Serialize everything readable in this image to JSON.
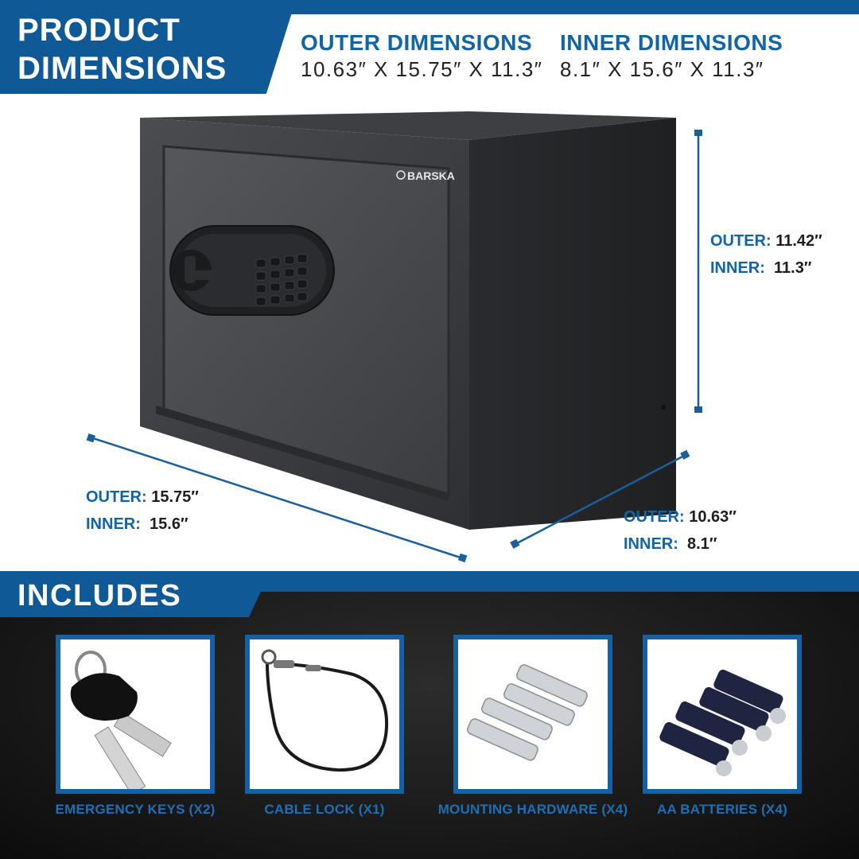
{
  "header": {
    "title_line1": "PRODUCT",
    "title_line2": "DIMENSIONS",
    "outer_label": "OUTER DIMENSIONS",
    "outer_value": "10.63″ X 15.75″ X 11.3″",
    "inner_label": "INNER DIMENSIONS",
    "inner_value": "8.1″ X 15.6″ X 11.3″"
  },
  "product": {
    "brand": "BARSKA",
    "height": {
      "outer_label": "OUTER:",
      "outer_value": "11.42″",
      "inner_label": "INNER:",
      "inner_value": "11.3″"
    },
    "width": {
      "outer_label": "OUTER:",
      "outer_value": "15.75″",
      "inner_label": "INNER:",
      "inner_value": "15.6″"
    },
    "depth": {
      "outer_label": "OUTER:",
      "outer_value": "10.63″",
      "inner_label": "INNER:",
      "inner_value": "8.1″"
    }
  },
  "includes": {
    "title": "INCLUDES",
    "items": [
      {
        "label": "EMERGENCY KEYS (X2)",
        "icon": "keys-icon"
      },
      {
        "label": "CABLE LOCK (X1)",
        "icon": "cable-lock-icon"
      },
      {
        "label": "MOUNTING HARDWARE (X4)",
        "icon": "bolts-icon"
      },
      {
        "label": "AA BATTERIES (X4)",
        "icon": "batteries-icon"
      }
    ]
  },
  "colors": {
    "brand_blue": "#0f5a96",
    "label_blue": "#1064a8",
    "safe_body": "#3a3c40"
  }
}
